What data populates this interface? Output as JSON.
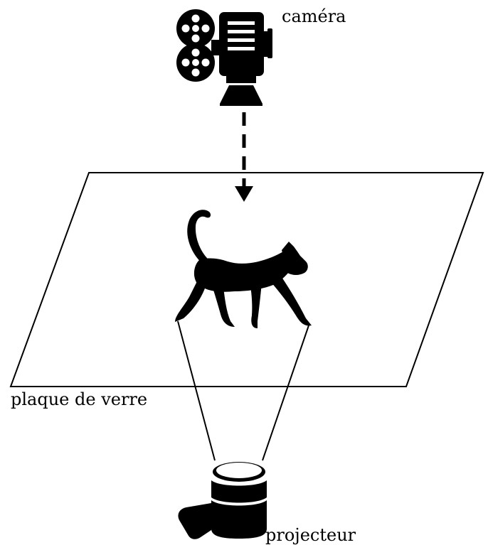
{
  "labels": {
    "camera": "caméra",
    "glass_plate": "plaque de verre",
    "projector": "projecteur"
  },
  "icons": {
    "camera": "film-camera-icon",
    "subject": "cat-icon",
    "projector": "projector-icon"
  },
  "colors": {
    "ink": "#000000",
    "background": "#ffffff"
  }
}
